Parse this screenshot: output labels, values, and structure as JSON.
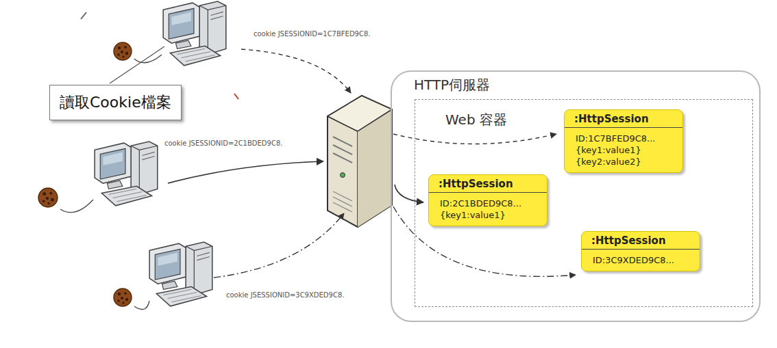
{
  "diagram": {
    "nodes": [
      {
        "text": [
          "HTTP伺服器"
        ]
      },
      {
        "text": [
          "Web 容器"
        ],
        "in": 0
      },
      {
        "text": [
          ":HttpSession",
          "ID:1C7BFED9C8...",
          "{key1:value1}",
          "{key2:value2}"
        ],
        "in": 1
      },
      {
        "text": [
          ":HttpSession",
          "ID:2C1BDED9C8...",
          "{key1:value1}"
        ],
        "in": 1
      },
      {
        "text": [
          ":HttpSession",
          "ID:3C9XDED9C8..."
        ],
        "in": 1
      },
      {
        "text": [
          "讀取Cookie檔案"
        ]
      }
    ],
    "labels": [
      "cookie JSESSIONID=1C7BFED9C8.",
      "cookie JSESSIONID=2C1BDED9C8.",
      "cookie JSESSIONID=3C9XDED9C8."
    ]
  }
}
